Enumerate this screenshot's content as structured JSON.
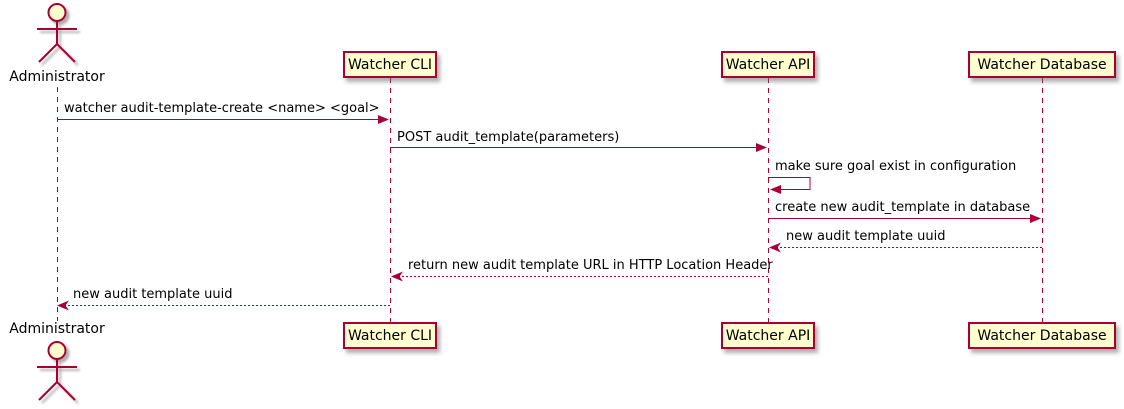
{
  "diagram": {
    "type": "sequence-diagram",
    "actor": {
      "name": "Administrator"
    },
    "participants": [
      {
        "id": "watcher-cli",
        "label": "Watcher CLI"
      },
      {
        "id": "watcher-api",
        "label": "Watcher API"
      },
      {
        "id": "watcher-database",
        "label": "Watcher Database"
      }
    ],
    "messages": [
      {
        "from": "Administrator",
        "to": "Watcher CLI",
        "style": "solid",
        "text": "watcher audit-template-create <name> <goal>"
      },
      {
        "from": "Watcher CLI",
        "to": "Watcher API",
        "style": "solid",
        "text": "POST audit_template(parameters)"
      },
      {
        "from": "Watcher API",
        "to": "Watcher API",
        "style": "self",
        "text": "make sure goal exist in configuration"
      },
      {
        "from": "Watcher API",
        "to": "Watcher Database",
        "style": "solid",
        "text": "create new audit_template in database"
      },
      {
        "from": "Watcher Database",
        "to": "Watcher API",
        "style": "dashed-return",
        "text": "new audit template uuid"
      },
      {
        "from": "Watcher API",
        "to": "Watcher CLI",
        "style": "dashed-return",
        "text": "return new audit template URL in HTTP Location Header"
      },
      {
        "from": "Watcher CLI",
        "to": "Administrator",
        "style": "dashed-return",
        "text": "new audit template uuid"
      }
    ],
    "colors": {
      "participant_fill": "#FEFECE",
      "line": "#A80036",
      "text": "#000000",
      "background": "#FFFFFF"
    }
  }
}
